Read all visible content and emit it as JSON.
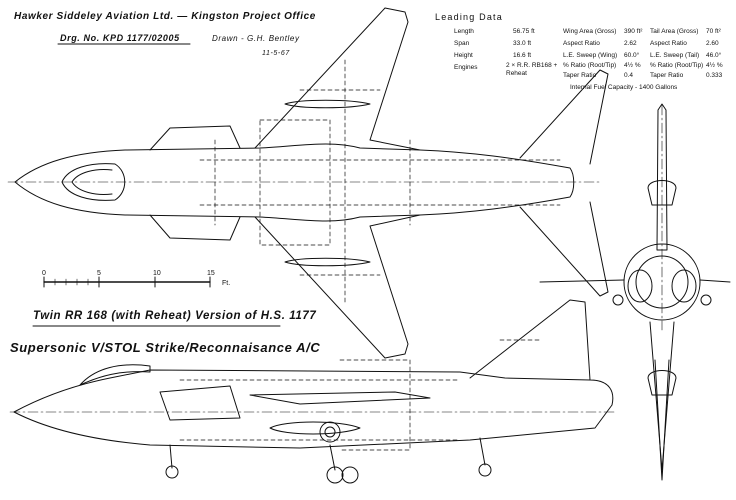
{
  "header": {
    "company": "Hawker Siddeley Aviation Ltd. — Kingston Project Office",
    "drawing_no": "Drg. No. KPD 1177/02005",
    "drawn_by": "Drawn - G.H. Bentley",
    "date": "11-5-67"
  },
  "leading_data": {
    "title": "Leading Data",
    "left": [
      {
        "label": "Length",
        "value": "56.75 ft"
      },
      {
        "label": "Span",
        "value": "33.0 ft"
      },
      {
        "label": "Height",
        "value": "16.6 ft"
      },
      {
        "label": "Engines",
        "value": "2 × R.R. RB168 + Reheat"
      }
    ],
    "middle": [
      {
        "label": "Wing Area (Gross)",
        "value": "390 ft²"
      },
      {
        "label": "Aspect Ratio",
        "value": "2.62"
      },
      {
        "label": "L.E. Sweep (Wing)",
        "value": "60.0°"
      },
      {
        "label": "% Ratio (Root/Tip)",
        "value": "4½ %"
      },
      {
        "label": "Taper Ratio",
        "value": "0.4"
      }
    ],
    "right": [
      {
        "label": "Tail Area (Gross)",
        "value": "70 ft²"
      },
      {
        "label": "Aspect Ratio",
        "value": "2.60"
      },
      {
        "label": "L.E. Sweep (Tail)",
        "value": "46.0°"
      },
      {
        "label": "% Ratio (Root/Tip)",
        "value": "4½ %"
      },
      {
        "label": "Taper Ratio",
        "value": "0.333"
      }
    ],
    "fuel": "Internal Fuel Capacity - 1400 Gallons"
  },
  "scale": {
    "ticks": [
      "0",
      "5",
      "10",
      "15"
    ],
    "unit": "Ft."
  },
  "titles": {
    "version": "Twin RR 168 (with Reheat) Version of H.S. 1177",
    "role": "Supersonic V/STOL Strike/Reconnaisance A/C"
  },
  "colors": {
    "ink": "#111111",
    "paper": "#ffffff"
  }
}
